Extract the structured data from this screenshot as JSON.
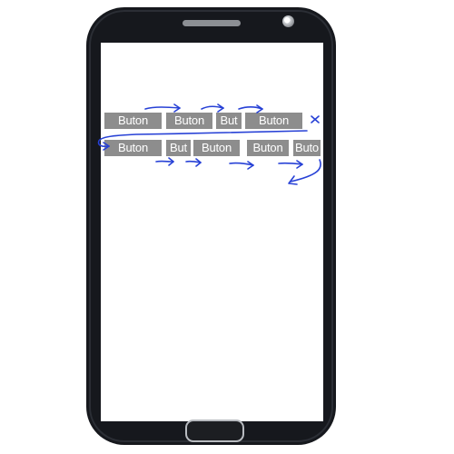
{
  "row1": {
    "buttons": [
      "Buton",
      "Buton",
      "But",
      "Buton"
    ]
  },
  "row2": {
    "buttons": [
      "Buton",
      "But",
      "Buton",
      "Buton",
      "Buto"
    ]
  },
  "annotation": {
    "overflow_mark": "×",
    "color": "#2741d6"
  }
}
